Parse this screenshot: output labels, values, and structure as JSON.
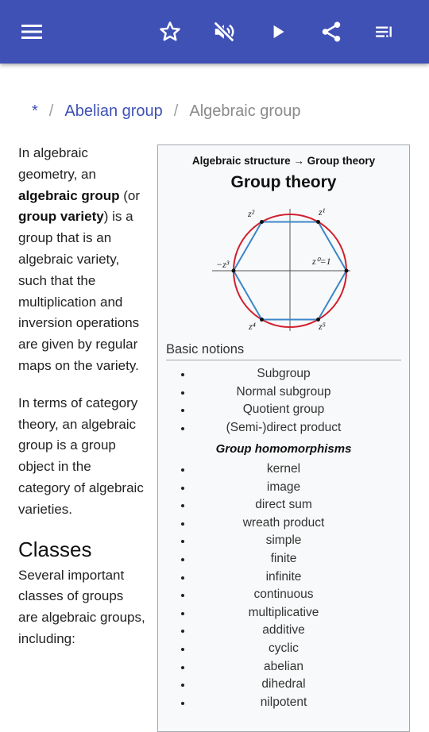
{
  "toolbar": {
    "menu_icon": "hamburger-menu-icon",
    "star_icon": "star-outline-icon",
    "mute_icon": "volume-off-icon",
    "play_icon": "play-icon",
    "share_icon": "share-icon",
    "list_icon": "playlist-icon",
    "accent_color": "#3f51b5"
  },
  "breadcrumb": {
    "root": "*",
    "separator": "/",
    "parent": "Abelian group",
    "current": "Algebraic group"
  },
  "article": {
    "p1": {
      "t1": "In algebraic geometry, an ",
      "b1": "algebraic group",
      "t2": " (or ",
      "b2": "group variety",
      "t3": ") is a group that is an algebraic variety, such that the multiplication and inversion operations are given by regular maps on the variety."
    },
    "p2": "In terms of category theory, an algebraic group is a group object in the category of algebraic varieties.",
    "classes_heading": "Classes",
    "p3": "Several important classes of groups are algebraic groups, including:"
  },
  "infobox": {
    "super_title": "Algebraic structure → Group theory",
    "title": "Group theory",
    "figure_labels": {
      "z0": "z⁰=1",
      "z1": "z¹",
      "z2": "z²",
      "z3": "−z³",
      "z4": "z⁴",
      "z5": "z⁵"
    },
    "section": "Basic notions",
    "basic_notions": [
      "Subgroup",
      "Normal subgroup",
      "Quotient group",
      "(Semi-)direct product"
    ],
    "homomorphisms_heading": "Group homomorphisms",
    "homomorphisms": [
      "kernel",
      "image",
      "direct sum",
      "wreath product",
      "simple",
      "finite",
      "infinite",
      "continuous",
      "multiplicative",
      "additive",
      "cyclic",
      "abelian",
      "dihedral",
      "nilpotent"
    ]
  }
}
